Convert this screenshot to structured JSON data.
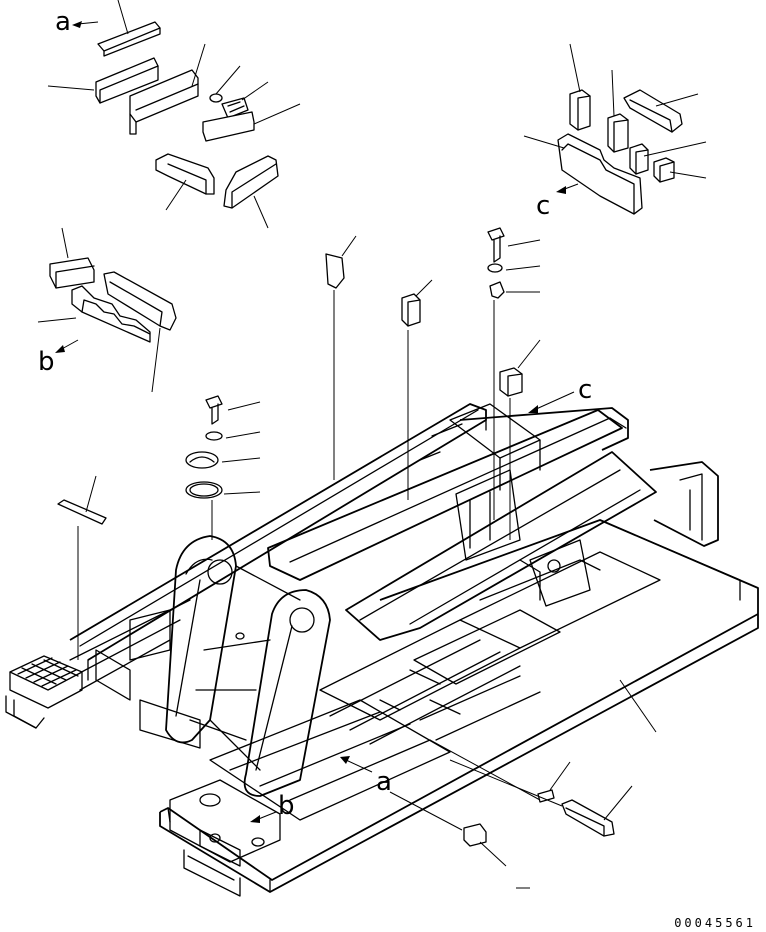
{
  "callouts": {
    "a_top": "a",
    "a_bottom": "a",
    "b_left": "b",
    "b_bottom": "b",
    "c_right": "c",
    "c_center": "c"
  },
  "document_number": "00045561"
}
